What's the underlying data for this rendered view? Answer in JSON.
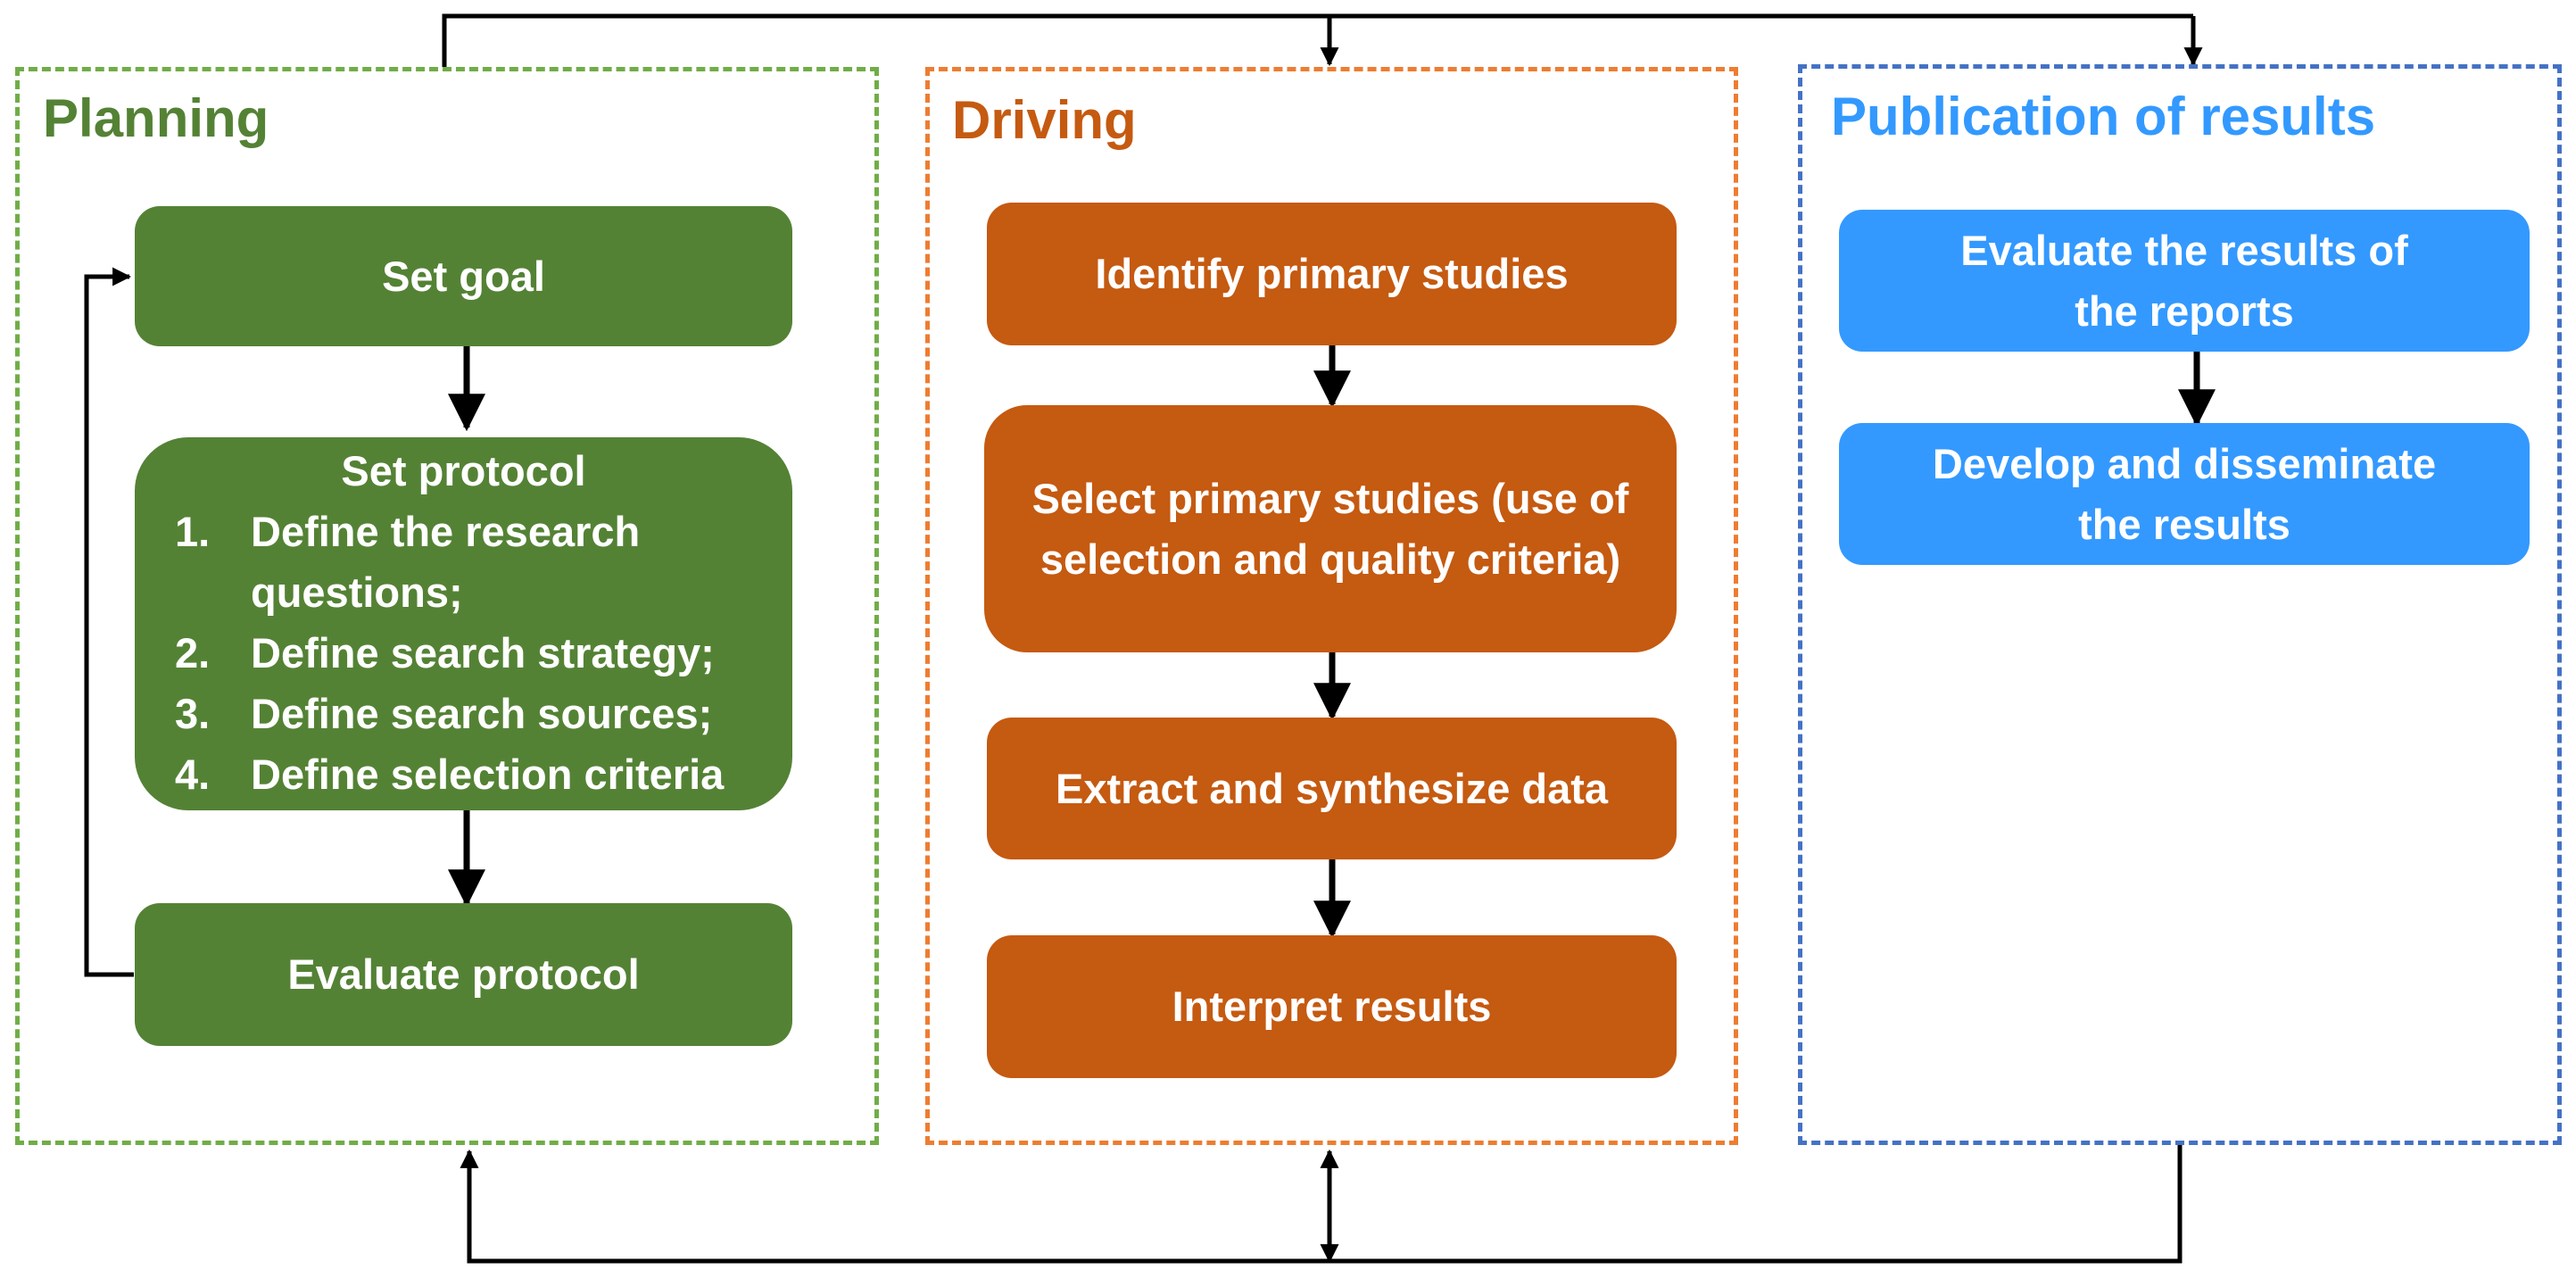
{
  "phases": {
    "planning": {
      "title": "Planning",
      "border_color": "#70ad47",
      "title_color": "#548235",
      "steps": {
        "set_goal": "Set goal",
        "set_protocol": {
          "title": "Set protocol",
          "items": [
            {
              "num": "1.",
              "text": "Define the research questions;"
            },
            {
              "num": "2.",
              "text": "Define search strategy;"
            },
            {
              "num": "3.",
              "text": "Define search sources;"
            },
            {
              "num": "4.",
              "text": "Define selection criteria"
            }
          ]
        },
        "evaluate_protocol": "Evaluate protocol"
      }
    },
    "driving": {
      "title": "Driving",
      "border_color": "#ed7d31",
      "title_color": "#c55a11",
      "steps": {
        "identify": "Identify primary studies",
        "select": "Select primary studies (use of selection and quality criteria)",
        "extract": "Extract and synthesize data",
        "interpret": "Interpret results"
      }
    },
    "publication": {
      "title": "Publication of results",
      "border_color": "#4472c4",
      "title_color": "#3399ff",
      "steps": {
        "evaluate_reports": "Evaluate the results of the reports",
        "develop": "Develop and disseminate the results"
      }
    }
  }
}
